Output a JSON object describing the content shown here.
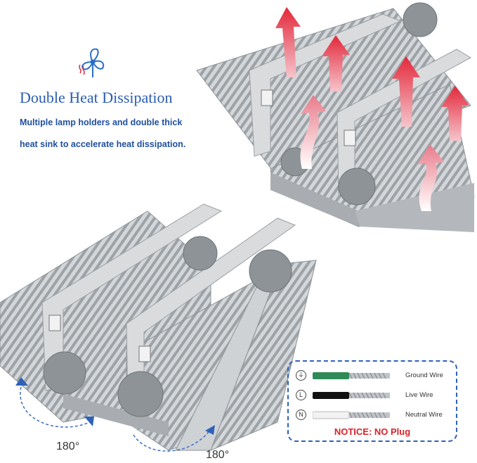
{
  "header": {
    "title": "Double Heat Dissipation",
    "desc_line1": "Multiple lamp holders and double thick",
    "desc_line2": "heat sink to accelerate heat dissipation."
  },
  "rotation": {
    "left_angle": "180°",
    "right_angle": "180°"
  },
  "wiring": {
    "rows": [
      {
        "symbol": "⏚",
        "label": "Ground Wire",
        "color": "#2e8b57"
      },
      {
        "symbol": "L",
        "label": "Live Wire",
        "color": "#111111"
      },
      {
        "symbol": "N",
        "label": "Neutral Wire",
        "color": "#f2f2f2"
      }
    ],
    "notice": "NOTICE: NO Plug"
  },
  "colors": {
    "heading": "#2a5db0",
    "accent_blue": "#2f62b7",
    "arrow_red": "#e8293b",
    "notice_red": "#d8232a",
    "heatsink": "#b8bcc0"
  },
  "icons": {
    "fan": "fan-icon",
    "heat_arrow": "heat-arrow-icon",
    "rotation": "rotation-arrow-icon"
  }
}
